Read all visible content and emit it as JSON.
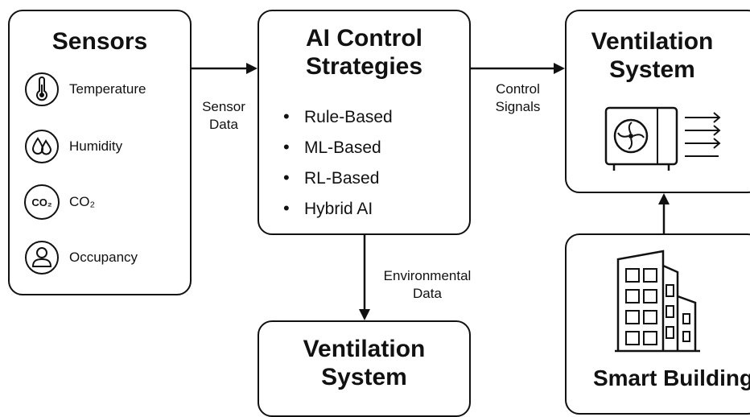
{
  "sensors": {
    "title": "Sensors",
    "items": [
      {
        "label": "Temperature",
        "icon": "thermometer-icon"
      },
      {
        "label": "Humidity",
        "icon": "water-drops-icon"
      },
      {
        "label": "CO₂",
        "icon": "co2-icon",
        "icon_text": "CO₂"
      },
      {
        "label": "Occupancy",
        "icon": "person-icon"
      }
    ]
  },
  "ai_control": {
    "title": "AI Control\nStrategies",
    "strategies": [
      "Rule-Based",
      "ML-Based",
      "RL-Based",
      "Hybrid AI"
    ]
  },
  "ventilation_top": {
    "title": "Ventilation\nSystem",
    "icon": "air-conditioner-unit-icon"
  },
  "ventilation_bottom": {
    "title": "Ventilation\nSystem"
  },
  "smart_building": {
    "title": "Smart Building",
    "icon": "building-icon"
  },
  "connections": {
    "sensor_data": "Sensor\nData",
    "control_signals": "Control\nSignals",
    "environmental_data": "Environmental\nData"
  },
  "colors": {
    "stroke": "#111111",
    "background": "#ffffff"
  }
}
